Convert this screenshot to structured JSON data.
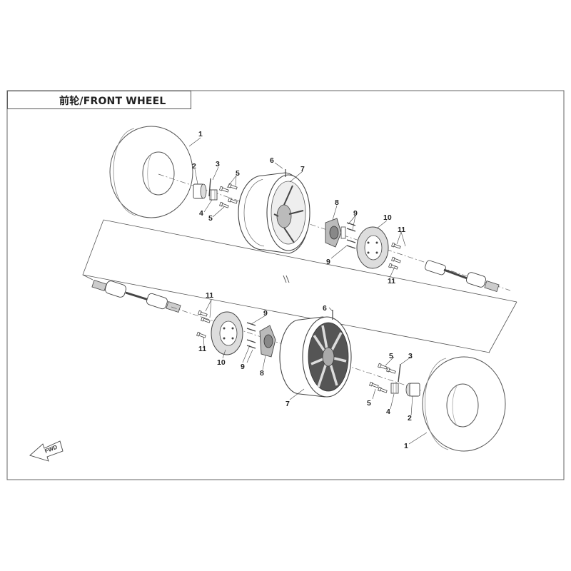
{
  "title": "前轮/FRONT WHEEL",
  "direction_label": "FWD",
  "callouts_top": [
    {
      "id": "c1",
      "label": "1"
    },
    {
      "id": "c2",
      "label": "2"
    },
    {
      "id": "c3",
      "label": "3"
    },
    {
      "id": "c4",
      "label": "4"
    },
    {
      "id": "c5a",
      "label": "5"
    },
    {
      "id": "c5b",
      "label": "5"
    },
    {
      "id": "c6",
      "label": "6"
    },
    {
      "id": "c7",
      "label": "7"
    },
    {
      "id": "c8",
      "label": "8"
    },
    {
      "id": "c9a",
      "label": "9"
    },
    {
      "id": "c9b",
      "label": "9"
    },
    {
      "id": "c10",
      "label": "10"
    },
    {
      "id": "c11a",
      "label": "11"
    },
    {
      "id": "c11b",
      "label": "11"
    }
  ],
  "callouts_bottom": [
    {
      "id": "d11a",
      "label": "11"
    },
    {
      "id": "d11b",
      "label": "11"
    },
    {
      "id": "d10",
      "label": "10"
    },
    {
      "id": "d9a",
      "label": "9"
    },
    {
      "id": "d9b",
      "label": "9"
    },
    {
      "id": "d8",
      "label": "8"
    },
    {
      "id": "d6",
      "label": "6"
    },
    {
      "id": "d7",
      "label": "7"
    },
    {
      "id": "d5a",
      "label": "5"
    },
    {
      "id": "d5b",
      "label": "5"
    },
    {
      "id": "d3",
      "label": "3"
    },
    {
      "id": "d4",
      "label": "4"
    },
    {
      "id": "d2",
      "label": "2"
    },
    {
      "id": "d1",
      "label": "1"
    }
  ],
  "parts": [
    {
      "no": "1",
      "name": "tire"
    },
    {
      "no": "2",
      "name": "hub-cap"
    },
    {
      "no": "3",
      "name": "cotter-pin"
    },
    {
      "no": "4",
      "name": "castle-nut"
    },
    {
      "no": "5",
      "name": "lug-nut"
    },
    {
      "no": "6",
      "name": "valve-stem"
    },
    {
      "no": "7",
      "name": "rim"
    },
    {
      "no": "8",
      "name": "wheel-hub"
    },
    {
      "no": "9",
      "name": "hub-stud"
    },
    {
      "no": "10",
      "name": "brake-disc"
    },
    {
      "no": "11",
      "name": "disc-bolt"
    }
  ]
}
